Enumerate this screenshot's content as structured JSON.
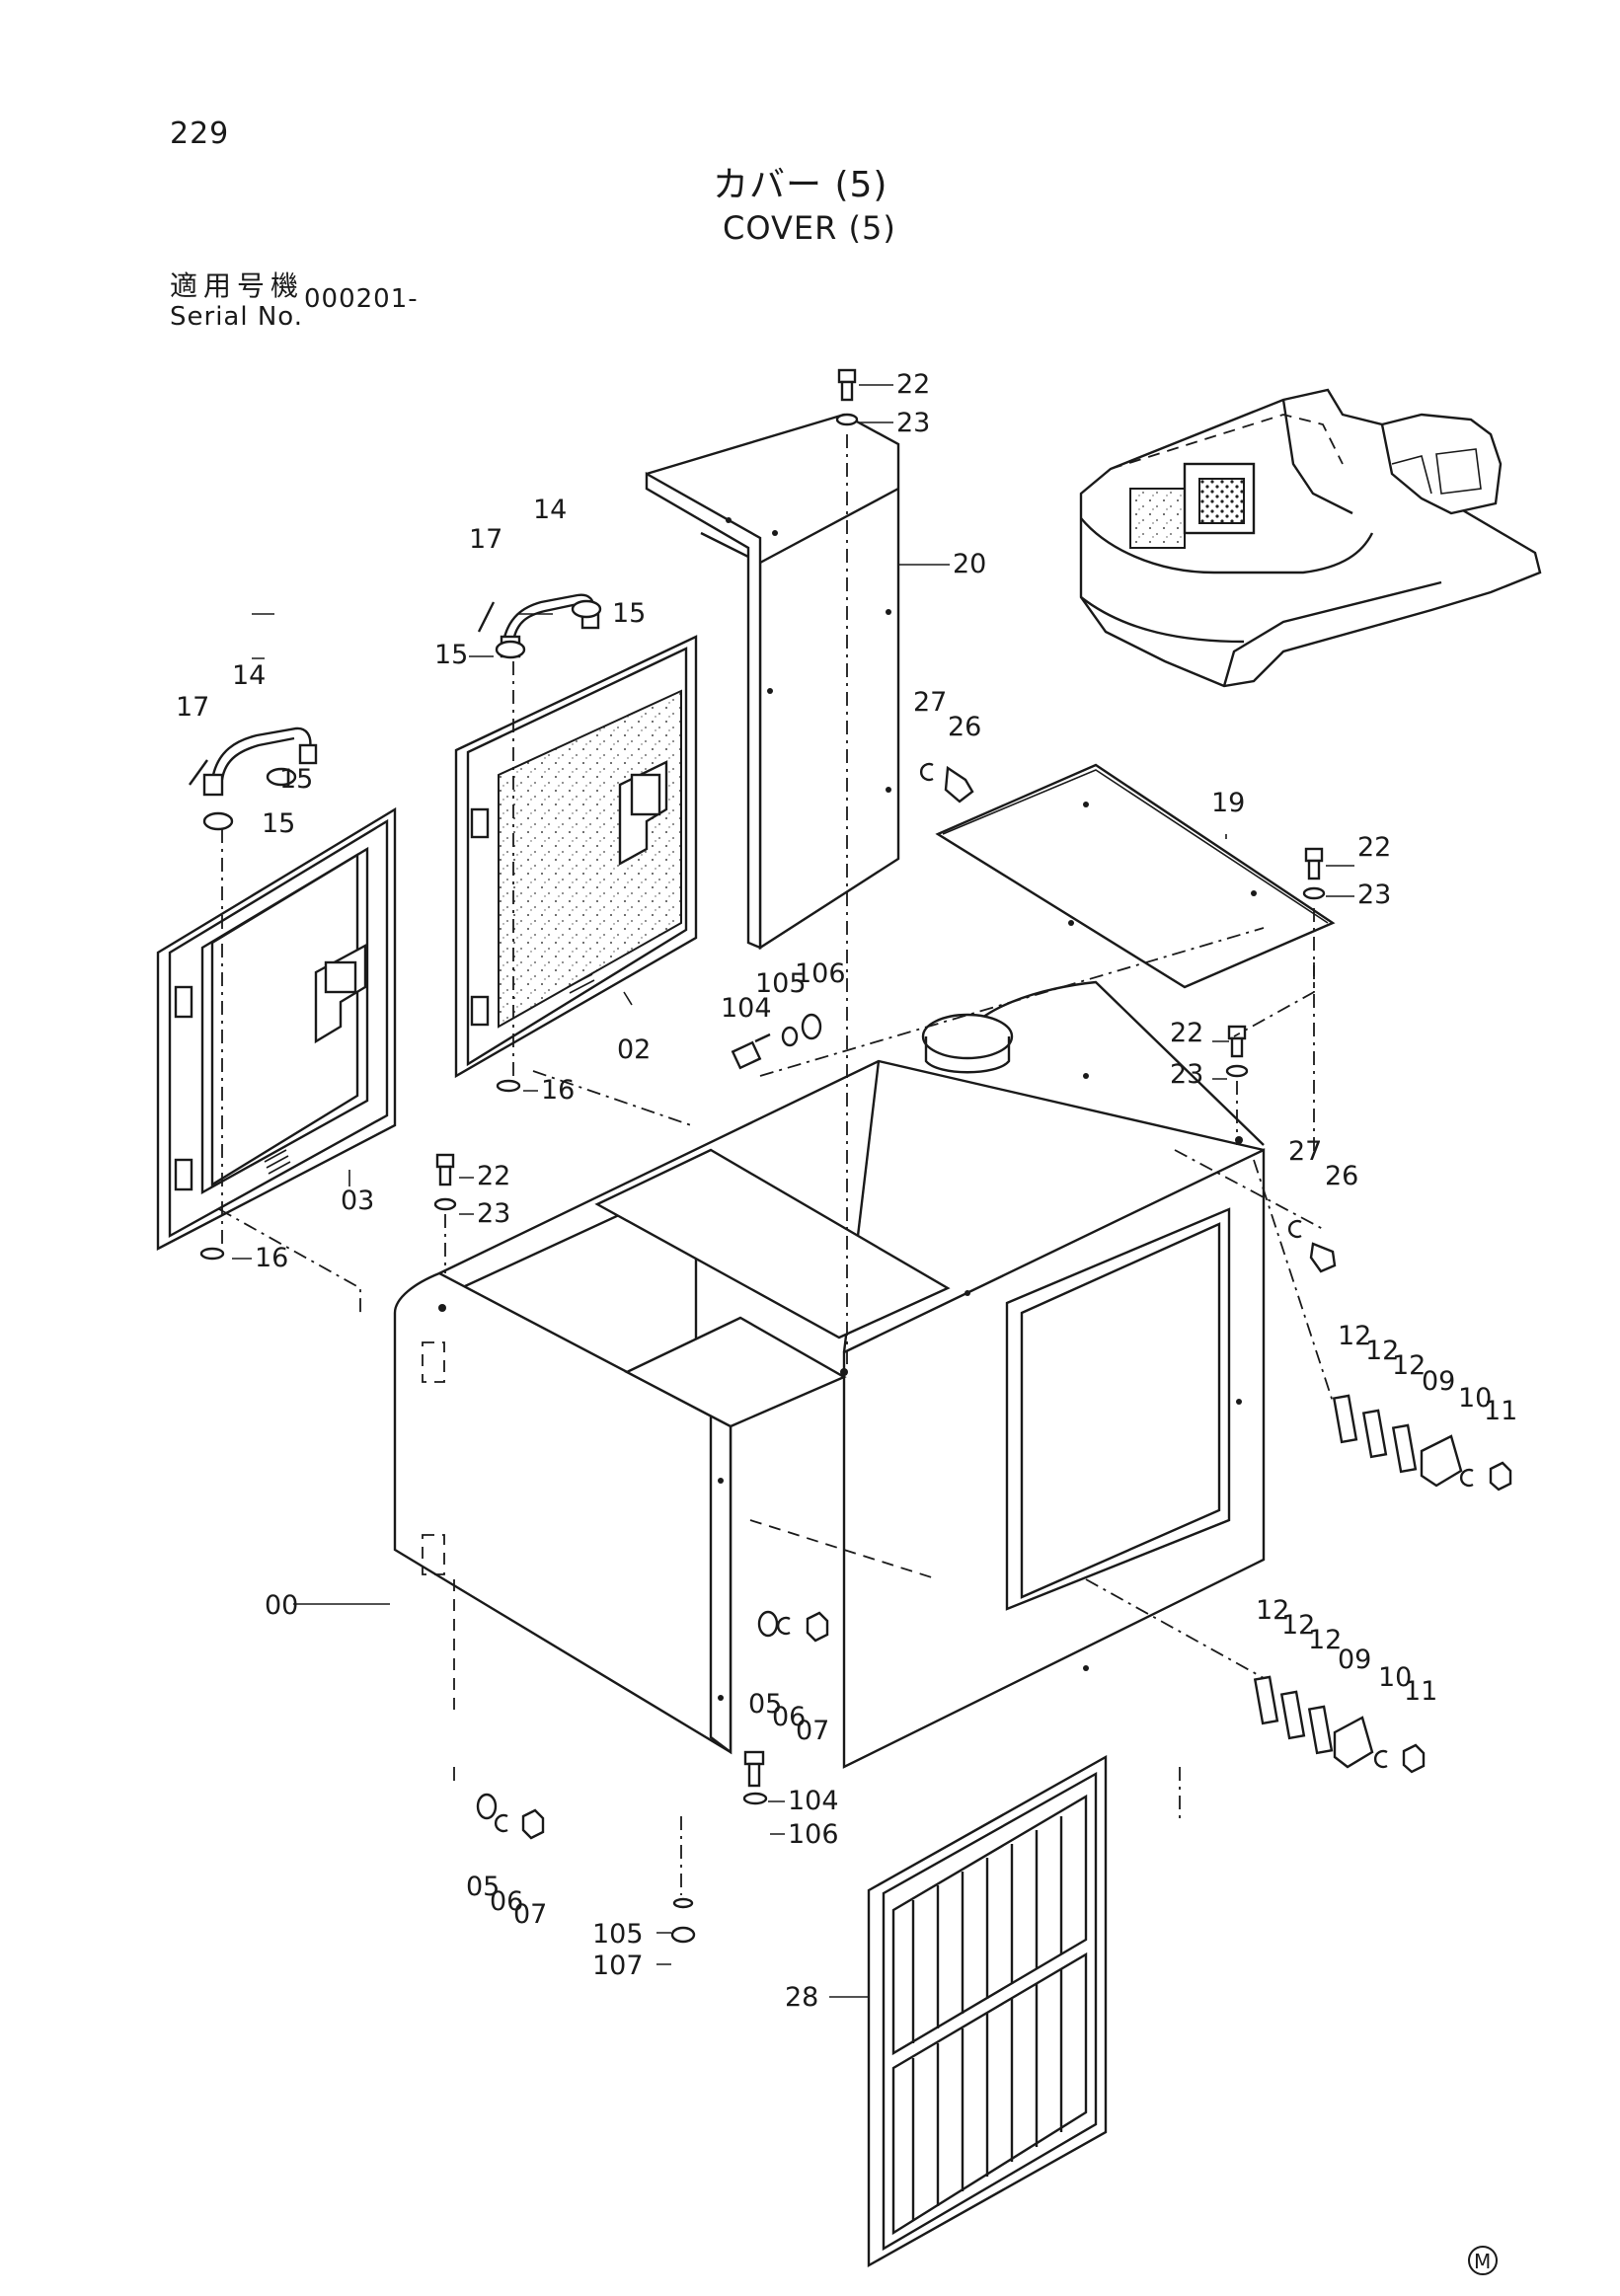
{
  "header": {
    "page_number": "229",
    "title_jp": "カバー (5)",
    "title_en": "COVER (5)",
    "serial_label_jp": "適用号機",
    "serial_label_en": "Serial No.",
    "serial_value": "000201-"
  },
  "parts": [
    {
      "id": "lbl-00",
      "text": "00"
    },
    {
      "id": "lbl-02",
      "text": "02"
    },
    {
      "id": "lbl-03",
      "text": "03"
    },
    {
      "id": "lbl-05a",
      "text": "05"
    },
    {
      "id": "lbl-06a",
      "text": "06"
    },
    {
      "id": "lbl-07a",
      "text": "07"
    },
    {
      "id": "lbl-05b",
      "text": "05"
    },
    {
      "id": "lbl-06b",
      "text": "06"
    },
    {
      "id": "lbl-07b",
      "text": "07"
    },
    {
      "id": "lbl-09a",
      "text": "09"
    },
    {
      "id": "lbl-10a",
      "text": "10"
    },
    {
      "id": "lbl-11a",
      "text": "11"
    },
    {
      "id": "lbl-12a1",
      "text": "12"
    },
    {
      "id": "lbl-12a2",
      "text": "12"
    },
    {
      "id": "lbl-12a3",
      "text": "12"
    },
    {
      "id": "lbl-09b",
      "text": "09"
    },
    {
      "id": "lbl-10b",
      "text": "10"
    },
    {
      "id": "lbl-11b",
      "text": "11"
    },
    {
      "id": "lbl-12b1",
      "text": "12"
    },
    {
      "id": "lbl-12b2",
      "text": "12"
    },
    {
      "id": "lbl-12b3",
      "text": "12"
    },
    {
      "id": "lbl-14a",
      "text": "14"
    },
    {
      "id": "lbl-14b",
      "text": "14"
    },
    {
      "id": "lbl-15a",
      "text": "15"
    },
    {
      "id": "lbl-15b",
      "text": "15"
    },
    {
      "id": "lbl-15c",
      "text": "15"
    },
    {
      "id": "lbl-15d",
      "text": "15"
    },
    {
      "id": "lbl-16a",
      "text": "16"
    },
    {
      "id": "lbl-16b",
      "text": "16"
    },
    {
      "id": "lbl-17a",
      "text": "17"
    },
    {
      "id": "lbl-17b",
      "text": "17"
    },
    {
      "id": "lbl-19",
      "text": "19"
    },
    {
      "id": "lbl-20",
      "text": "20"
    },
    {
      "id": "lbl-22a",
      "text": "22"
    },
    {
      "id": "lbl-23a",
      "text": "23"
    },
    {
      "id": "lbl-22b",
      "text": "22"
    },
    {
      "id": "lbl-23b",
      "text": "23"
    },
    {
      "id": "lbl-22c",
      "text": "22"
    },
    {
      "id": "lbl-23c",
      "text": "23"
    },
    {
      "id": "lbl-22d",
      "text": "22"
    },
    {
      "id": "lbl-23d",
      "text": "23"
    },
    {
      "id": "lbl-26a",
      "text": "26"
    },
    {
      "id": "lbl-27a",
      "text": "27"
    },
    {
      "id": "lbl-26b",
      "text": "26"
    },
    {
      "id": "lbl-27b",
      "text": "27"
    },
    {
      "id": "lbl-28",
      "text": "28"
    },
    {
      "id": "lbl-104a",
      "text": "104"
    },
    {
      "id": "lbl-105a",
      "text": "105"
    },
    {
      "id": "lbl-106a",
      "text": "106"
    },
    {
      "id": "lbl-104b",
      "text": "104"
    },
    {
      "id": "lbl-106b",
      "text": "106"
    },
    {
      "id": "lbl-105b",
      "text": "105"
    },
    {
      "id": "lbl-107",
      "text": "107"
    }
  ],
  "footer": {
    "mark": "M"
  }
}
